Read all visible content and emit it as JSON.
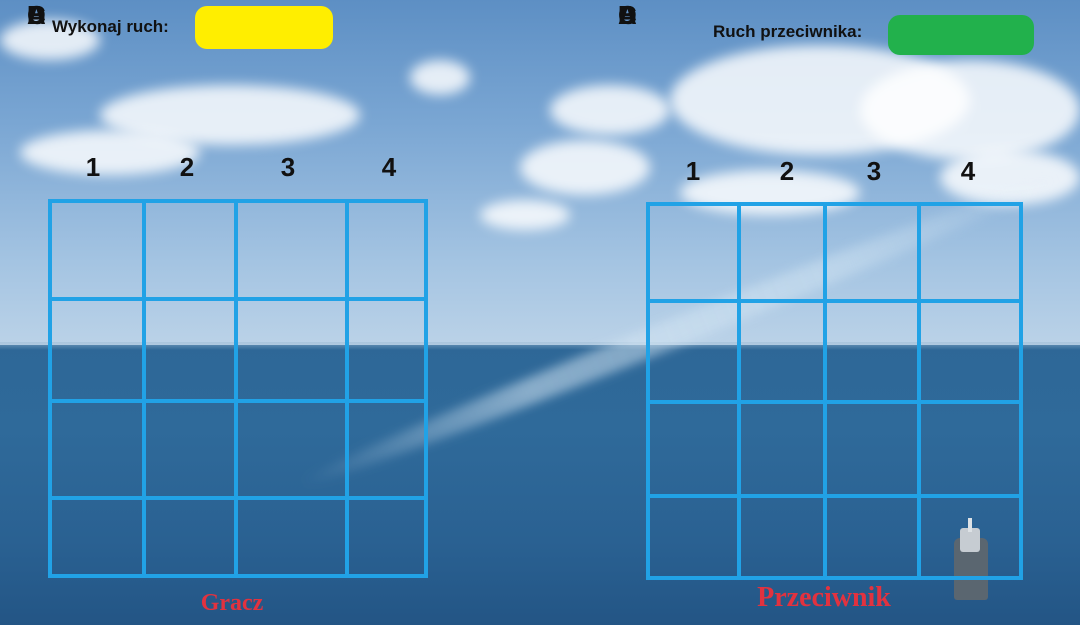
{
  "status": {
    "your_move_label": "Wykonaj ruch:",
    "your_move_color": "#ffee00",
    "opponent_move_label": "Ruch przeciwnika:",
    "opponent_move_color": "#22b14c"
  },
  "grid_colors": {
    "line": "#21a2e6",
    "caption": "#e2323f"
  },
  "boards": [
    {
      "id": "player",
      "caption": "Gracz",
      "columns": [
        "1",
        "2",
        "3",
        "4"
      ],
      "rows": [
        "A",
        "B",
        "C",
        "D"
      ]
    },
    {
      "id": "opponent",
      "caption": "Przeciwnik",
      "columns": [
        "1",
        "2",
        "3",
        "4"
      ],
      "rows": [
        "A",
        "B",
        "C",
        "D"
      ]
    }
  ]
}
